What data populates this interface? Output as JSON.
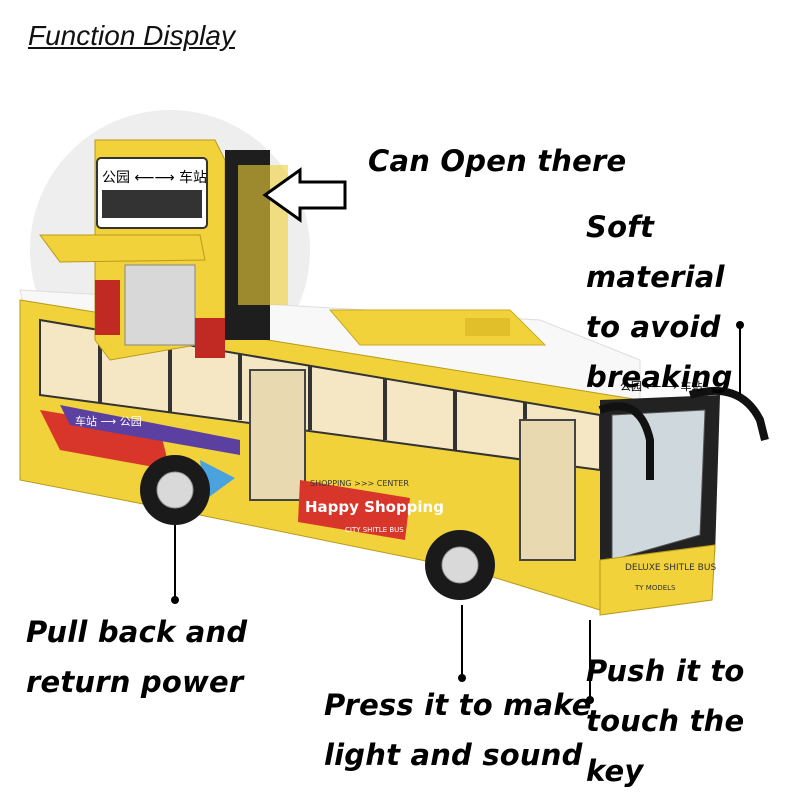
{
  "heading": "Function Display",
  "callouts": {
    "can_open": "Can Open there",
    "soft_material_1": "Soft material",
    "soft_material_2": "to avoid",
    "soft_material_3": "breaking",
    "pull_back_1": "Pull back and",
    "pull_back_2": "return power",
    "press_1": "Press it to make",
    "press_2": "light and sound",
    "push_1": "Push it to",
    "push_2": "touch the key"
  },
  "bus": {
    "destination_sign": "公园 ⟵⟶ 车站",
    "side_route": "车站 ⟶ 公园",
    "ad_top": "SHOPPING >>> CENTER",
    "ad_main": "Happy Shopping",
    "ad_sub": "CITY SHITLE BUS",
    "front_plate": "DELUXE SHITLE BUS",
    "brand": "TY MODELS"
  },
  "colors": {
    "bus_yellow": "#f2d23a",
    "bus_red": "#d8362b",
    "bus_roof": "#f7f7f7",
    "text": "#000000"
  }
}
